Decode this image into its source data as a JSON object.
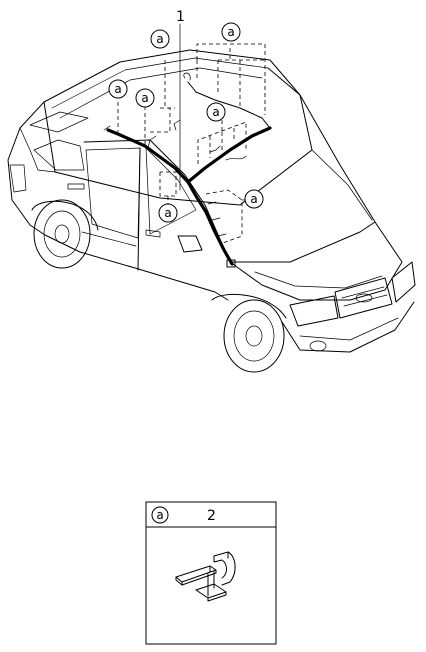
{
  "diagram": {
    "main_part_number": "1",
    "callout_letter": "a",
    "legend": {
      "letter": "a",
      "part_number": "2"
    }
  }
}
